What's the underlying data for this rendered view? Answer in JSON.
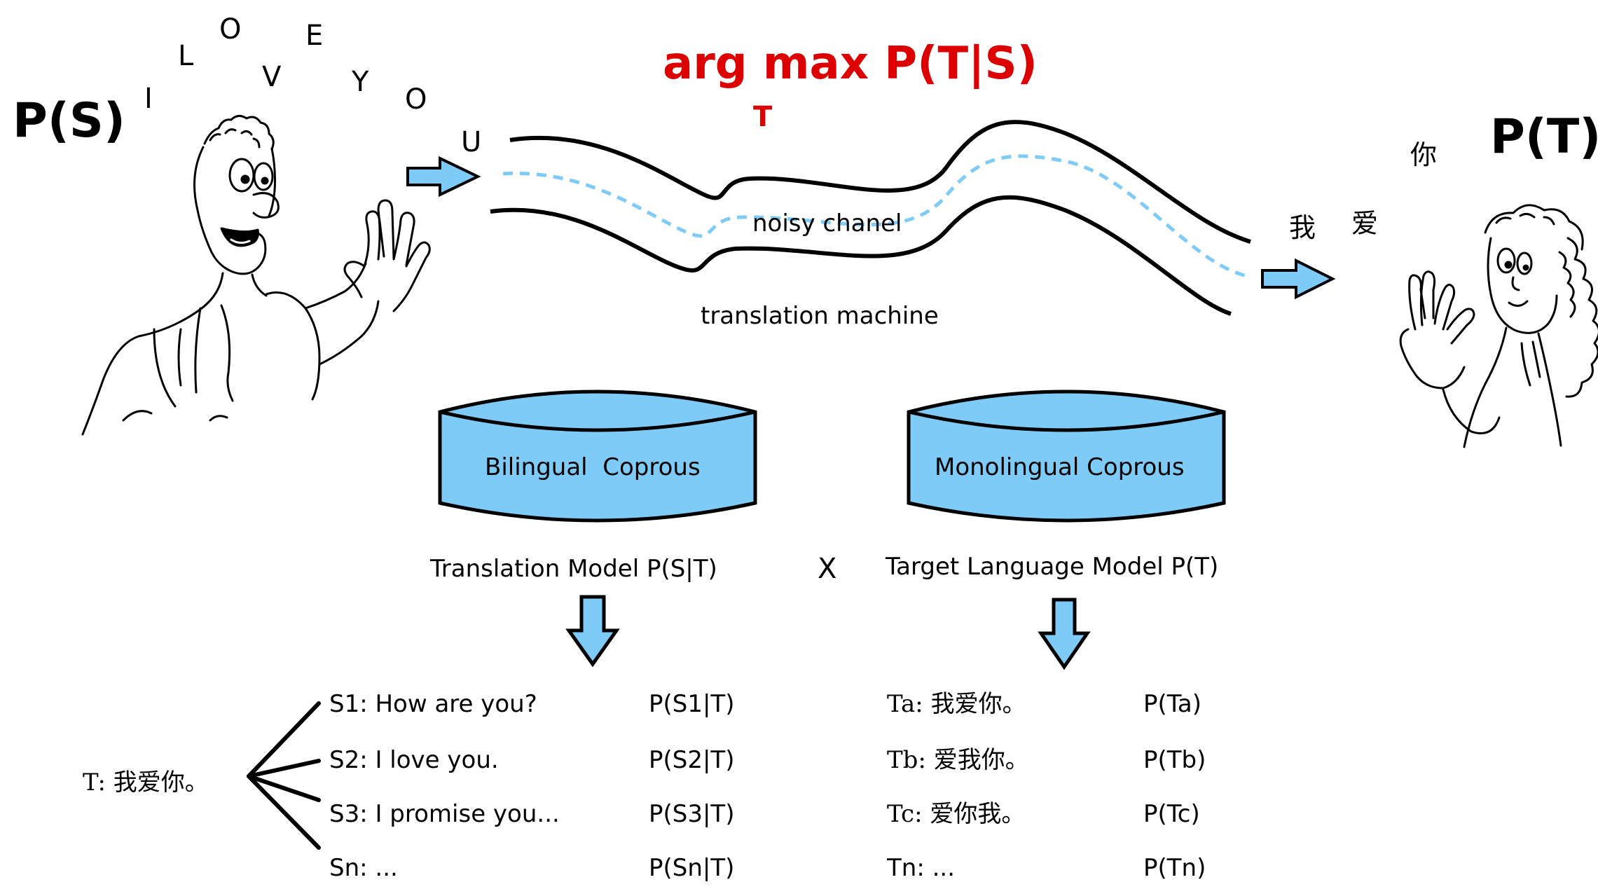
{
  "labels": {
    "p_s": "P(S)",
    "p_t": "P(T)",
    "argmax": "arg max P(T|S)",
    "argmax_sub": "T",
    "noisy_channel": "noisy chanel",
    "translation_machine": "translation machine",
    "multiply": "X"
  },
  "source_letters": [
    "I",
    "L",
    "O",
    "V",
    "E",
    "Y",
    "O",
    "U"
  ],
  "target_chars": [
    "我",
    "爱",
    "你"
  ],
  "corpora": {
    "bilingual": "Bilingual  Coprous",
    "monolingual": "Monolingual Coprous"
  },
  "models": {
    "translation": "Translation Model P(S|T)",
    "language": "Target Language Model P(T)"
  },
  "source_root": "T: 我爱你。",
  "source_candidates": [
    {
      "text": "S1: How are you?",
      "prob": "P(S1|T)"
    },
    {
      "text": "S2: I love you.",
      "prob": "P(S2|T)"
    },
    {
      "text": "S3: I promise you...",
      "prob": "P(S3|T)"
    },
    {
      "text": "Sn: ...",
      "prob": "P(Sn|T)"
    }
  ],
  "target_candidates": [
    {
      "text": "Ta: 我爱你。",
      "prob": "P(Ta)"
    },
    {
      "text": "Tb: 爱我你。",
      "prob": "P(Tb)"
    },
    {
      "text": "Tc: 爱你我。",
      "prob": "P(Tc)"
    },
    {
      "text": "Tn: ...",
      "prob": "P(Tn)"
    }
  ],
  "colors": {
    "accent_blue": "#7ecbf7",
    "dash_blue": "#7ecbf7",
    "red": "#dd0000",
    "ink": "#000000"
  }
}
